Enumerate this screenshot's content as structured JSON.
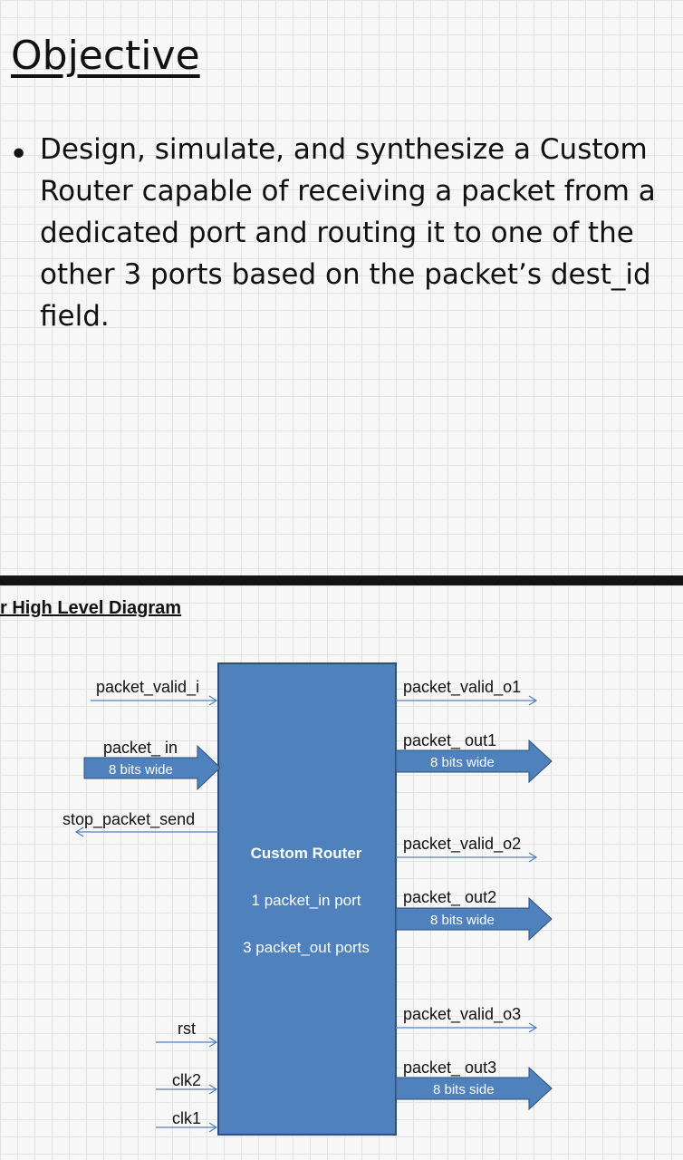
{
  "slide": {
    "title": "Objective",
    "bullet_symbol": "•",
    "bullet": "Design, simulate, and synthesize a Custom Router capable of receiving a packet from a dedicated port and routing it to one of the other 3 ports based on the packet’s dest_id field."
  },
  "diagram": {
    "title": "r High Level Diagram",
    "box": {
      "title": "Custom Router",
      "line1": "1 packet_in port",
      "line2": "3 packet_out ports"
    },
    "inputs": {
      "packet_valid_i": "packet_valid_i",
      "packet_in": "packet_ in",
      "packet_in_width": "8 bits wide",
      "stop_packet_send": "stop_packet_send",
      "rst": "rst",
      "clk2": "clk2",
      "clk1": "clk1"
    },
    "outputs": {
      "packet_valid_o1": "packet_valid_o1",
      "packet_out1": "packet_ out1",
      "packet_out1_width": "8 bits wide",
      "packet_valid_o2": "packet_valid_o2",
      "packet_out2": "packet_ out2",
      "packet_out2_width": "8 bits wide",
      "packet_valid_o3": "packet_valid_o3",
      "packet_out3": "packet_ out3",
      "packet_out3_width": "8 bits side"
    },
    "colors": {
      "box": "#4f81bd",
      "box_border": "#2f4f7a",
      "arrow": "#4f81bd",
      "signal_line": "#4f81bd"
    }
  }
}
